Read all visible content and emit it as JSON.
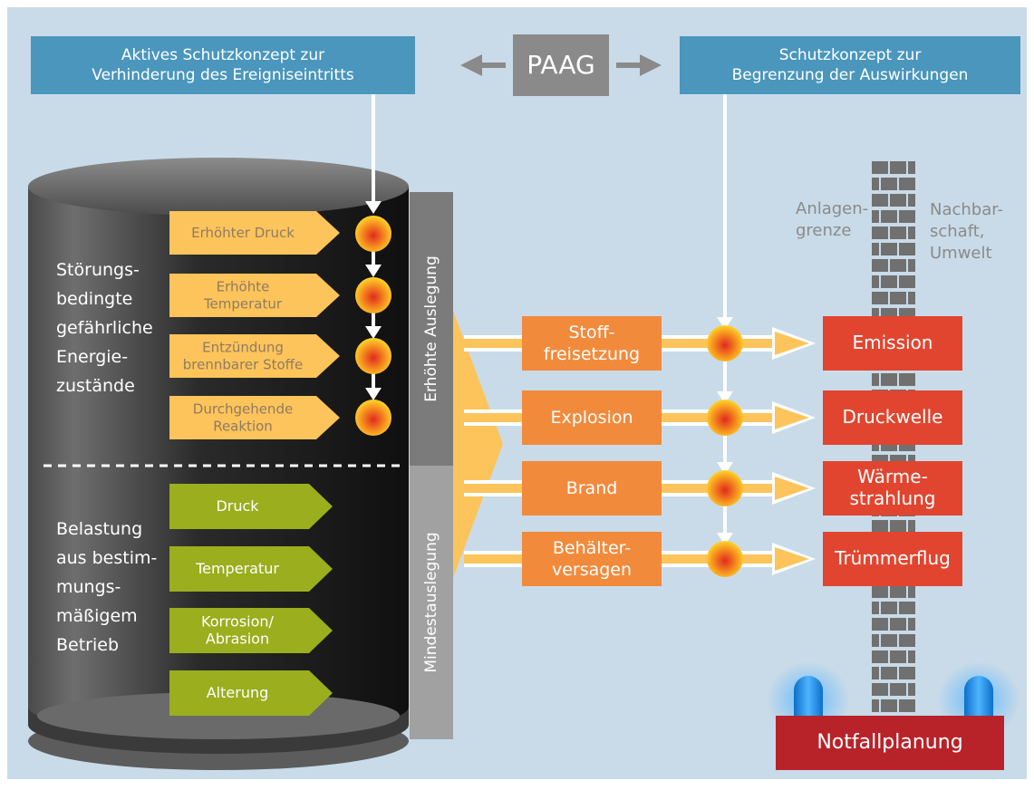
{
  "colors": {
    "background": "#c9dbe8",
    "header_blue": "#4a96bd",
    "paag_gray": "#8a8a8a",
    "yellow_chevron": "#fcc45a",
    "green_chevron": "#9aae1e",
    "orange_box": "#f28a3c",
    "red_box": "#e2452f",
    "dark_red_box": "#b8232a",
    "wall_gray": "#707070"
  },
  "header": {
    "left_text": [
      "Aktives Schutzkonzept zur",
      "Verhinderung des Ereigniseintritts"
    ],
    "center_text": "PAAG",
    "right_text": [
      "Schutzkonzept zur",
      "Begrenzung der Auswirkungen"
    ]
  },
  "cylinder": {
    "upper_label": [
      "Störungs-",
      "bedingte",
      "gefährliche",
      "Energie-",
      "zustände"
    ],
    "lower_label": [
      "Belastung",
      "aus bestim-",
      "mungs-",
      "mäßigem",
      "Betrieb"
    ],
    "upper_band_label": "Erhöhte Auslegung",
    "lower_band_label": "Mindestauslegung"
  },
  "hazard_states": [
    [
      "Erhöhter Druck"
    ],
    [
      "Erhöhte",
      "Temperatur"
    ],
    [
      "Entzündung",
      "brennbarer Stoffe"
    ],
    [
      "Durchgehende",
      "Reaktion"
    ]
  ],
  "operating_loads": [
    [
      "Druck"
    ],
    [
      "Temperatur"
    ],
    [
      "Korrosion/",
      "Abrasion"
    ],
    [
      "Alterung"
    ]
  ],
  "events": [
    [
      "Stoff-",
      "freisetzung"
    ],
    [
      "Explosion"
    ],
    [
      "Brand"
    ],
    [
      "Behälter-",
      "versagen"
    ]
  ],
  "effects": [
    [
      "Emission"
    ],
    [
      "Druckwelle"
    ],
    [
      "Wärme-",
      "strahlung"
    ],
    [
      "Trümmerflug"
    ]
  ],
  "boundary": {
    "left_label": [
      "Anlagen-",
      "grenze"
    ],
    "right_label": [
      "Nachbar-",
      "schaft,",
      "Umwelt"
    ]
  },
  "emergency_label": "Notfallplanung"
}
